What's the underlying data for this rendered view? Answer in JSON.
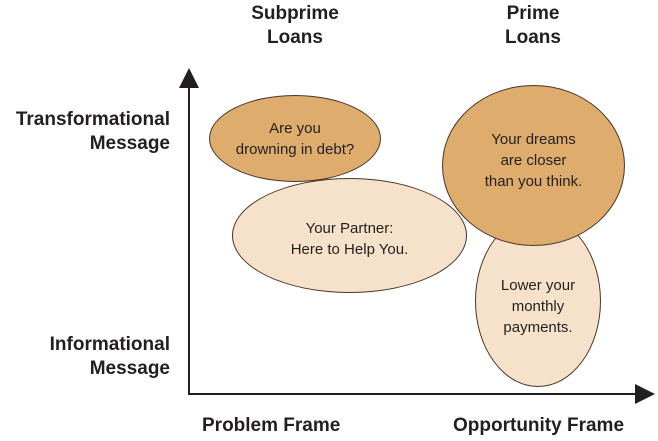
{
  "columns": {
    "left": "Subprime\nLoans",
    "right": "Prime\nLoans"
  },
  "rows": {
    "top": "Transformational\nMessage",
    "bottom": "Informational\nMessage"
  },
  "x_axis": {
    "left": "Problem Frame",
    "right": "Opportunity Frame"
  },
  "bubbles": {
    "drowning": "Are you\ndrowning in debt?",
    "partner": "Your Partner:\nHere to Help You.",
    "dreams": "Your dreams\nare closer\nthan you think.",
    "payments": "Lower your\nmonthly\npayments."
  },
  "colors": {
    "dark_fill": "#deac6c",
    "light_fill": "#f6e2ca",
    "outline": "#4a3626",
    "axis": "#231f20"
  }
}
